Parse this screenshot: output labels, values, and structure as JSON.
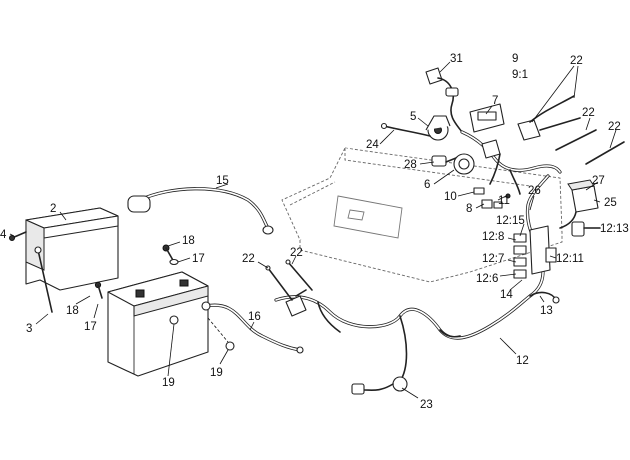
{
  "callouts": {
    "c31": "31",
    "c9": "9",
    "c9_1": "9:1",
    "c22a": "22",
    "c7": "7",
    "c5": "5",
    "c22b": "22",
    "c22c": "22",
    "c24": "24",
    "c28": "28",
    "c6": "6",
    "c27": "27",
    "c26": "26",
    "c10": "10",
    "c11": "11",
    "c8": "8",
    "c25": "25",
    "c15": "15",
    "c12_15": "12:15",
    "c12_13": "12:13",
    "c2": "2",
    "c4": "4",
    "c18a": "18",
    "c12_8": "12:8",
    "c22d": "22",
    "c22e": "22",
    "c17a": "17",
    "c12_7": "12:7",
    "c12_11": "12:11",
    "c12_6": "12:6",
    "c14": "14",
    "c13": "13",
    "c18b": "18",
    "c17b": "17",
    "c3": "3",
    "c16": "16",
    "c12": "12",
    "c19a": "19",
    "c19b": "19",
    "c23": "23"
  }
}
